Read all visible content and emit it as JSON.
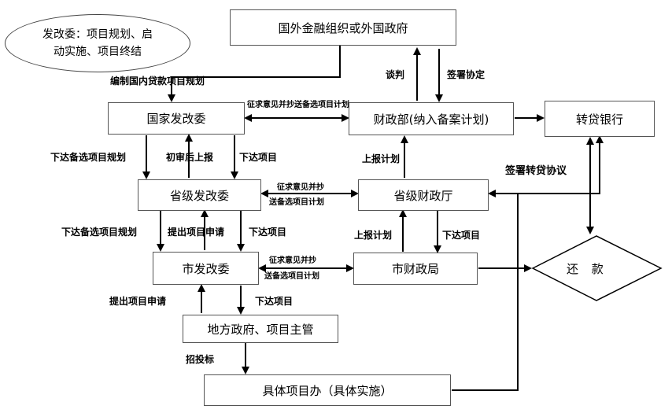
{
  "note": {
    "line1": "发改委：项目规划、启",
    "line2": "动实施、项目终结"
  },
  "boxes": {
    "foreign": "国外金融组织或外国政府",
    "ndrc": "国家发改委",
    "mof": "财政部(纳入备案计划)",
    "bank": "转贷银行",
    "prov_drc": "省级发改委",
    "prov_fin": "省级财政厅",
    "city_drc": "市发改委",
    "city_fin": "市财政局",
    "repay": "还  款",
    "local_gov": "地方政府、项目主管",
    "project_office": "具体项目办（具体实施）"
  },
  "labels": {
    "compile_plan": "编制国内贷款项目规划",
    "negotiate": "谈判",
    "sign_agreement": "签署协定",
    "seek_opinion_1": "征求意见并抄送备选项目计划",
    "issue_candidate_1": "下达备选项目规划",
    "prelim_review": "初审后上报",
    "issue_project_1": "下达项目",
    "report_plan_1": "上报计划",
    "sign_onlending": "签署转贷协议",
    "seek_opinion_2a": "征求意见并抄",
    "seek_opinion_2b": "送备选项目计划",
    "issue_candidate_2": "下达备选项目规划",
    "submit_application_1": "提出项目申请",
    "issue_project_2": "下达项目",
    "report_plan_2": "上报计划",
    "issue_project_3": "下达项目",
    "seek_opinion_3a": "征求意见并抄",
    "seek_opinion_3b": "送备选项目计划",
    "submit_application_2": "提出项目申请",
    "issue_project_4": "下达项目",
    "bidding": "招投标"
  }
}
